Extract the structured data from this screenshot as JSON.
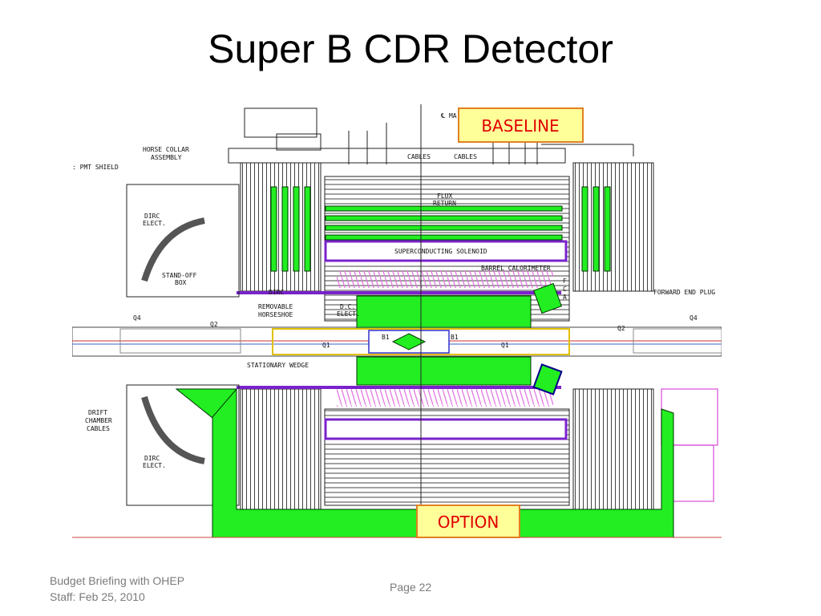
{
  "slide": {
    "title": "Super B CDR Detector",
    "footer_left_line1": "Budget Briefing with OHEP",
    "footer_left_line2": "Staff: Feb 25, 2010",
    "page_label": "Page 22"
  },
  "diagram": {
    "tags": {
      "baseline": "BASELINE",
      "option": "OPTION"
    },
    "labels": {
      "cl_ma": "℄ MA",
      "horse_collar": "HORSE COLLAR",
      "assembly": "ASSEMBLY",
      "pmt_shield": ": PMT SHIELD",
      "dirc_elect_top": "DIRC",
      "elect_top": "ELECT.",
      "dirc_elect_bot": "DIRC",
      "elect_bot": "ELECT.",
      "standoff": "STAND-OFF",
      "box": "BOX",
      "cables1": "CABLES",
      "cables2": "CABLES",
      "flux": "FLUX",
      "return": "RETURN",
      "solenoid": "SUPERCONDUCTING SOLENOID",
      "calorimeter": "BARREL  CALORIMETER",
      "fca_f": "F",
      "fca_c": "C",
      "fca_a": "A",
      "forward_end": "FORWARD END PLUG",
      "dirc": "DIRC",
      "removable": "REMOVABLE",
      "horseshoe": "HORSESHOE",
      "dc_elect_a": "D.C.",
      "dc_elect_b": "ELECT.",
      "q4_left": "Q4",
      "q2_left": "Q2",
      "q2_right": "Q2",
      "q4_right": "Q4",
      "q1_left": "Q1",
      "q1_right": "Q1",
      "b1_left": "B1",
      "b1_right": "B1",
      "stationary_wedge": "STATIONARY WEDGE",
      "drift": "DRIFT",
      "chamber": "CHAMBER",
      "dc_cables": "CABLES"
    },
    "colors": {
      "green": "#22ee22",
      "purple": "#7a22cc",
      "magenta": "#e070e0",
      "tag_fill": "#ffff99",
      "tag_border": "#e08020",
      "tag_text": "#e00000"
    }
  }
}
